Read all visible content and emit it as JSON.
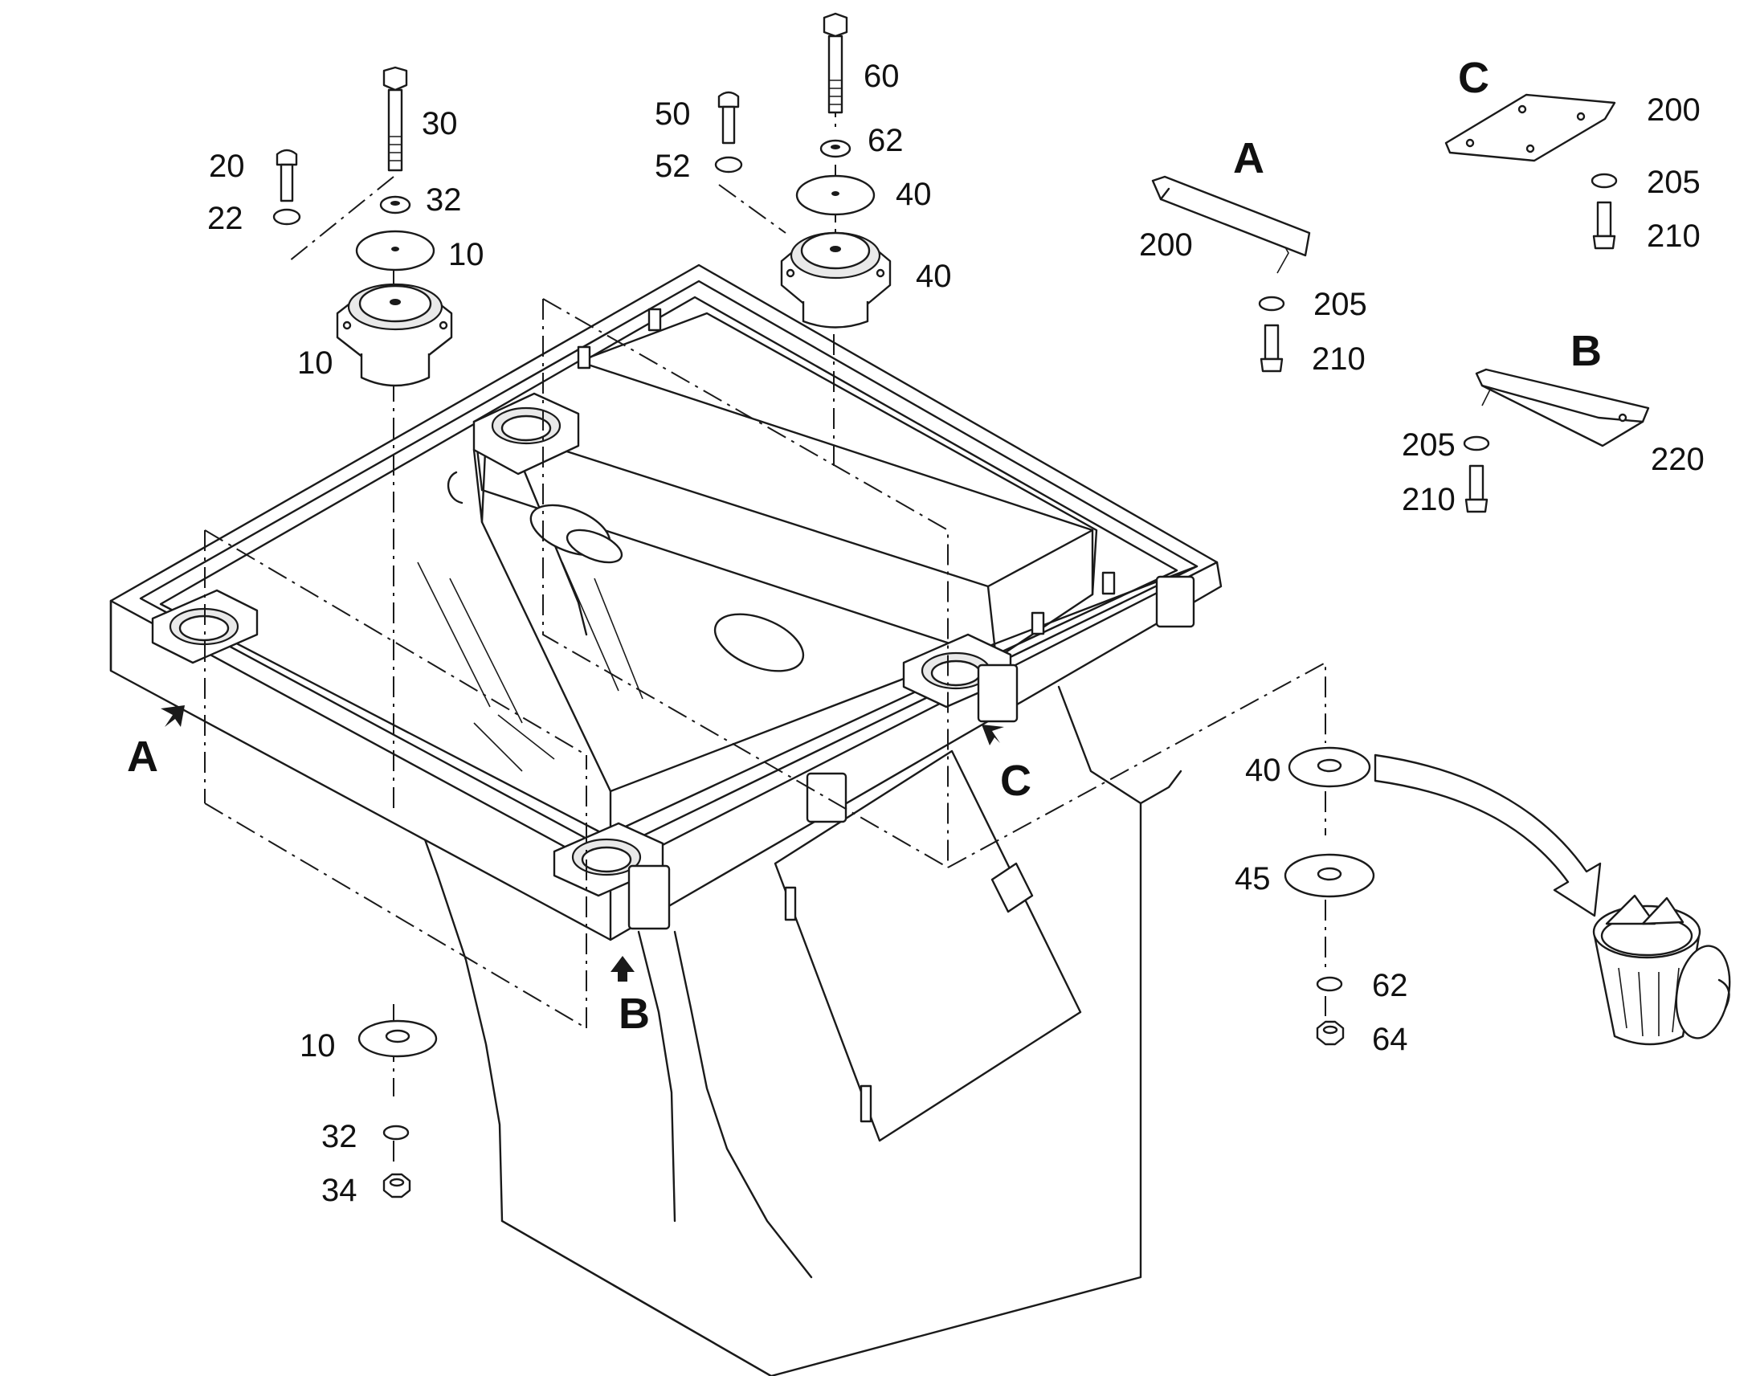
{
  "callouts": {
    "c20": "20",
    "c22": "22",
    "c30": "30",
    "c32_top": "32",
    "c10_top": "10",
    "c10_mount": "10",
    "c50": "50",
    "c52": "52",
    "c60": "60",
    "c62_top": "62",
    "c40_top": "40",
    "c40_mount": "40",
    "c10_bottom": "10",
    "c32_bottom": "32",
    "c34": "34",
    "c40_right": "40",
    "c45": "45",
    "c62_right": "62",
    "c64": "64",
    "c200_a": "200",
    "c205_a": "205",
    "c210_a": "210",
    "c200_c": "200",
    "c205_c": "205",
    "c210_c": "210",
    "c220_b": "220",
    "c205_b": "205",
    "c210_b": "210"
  },
  "views": {
    "a_detail": "A",
    "b_detail": "B",
    "c_detail": "C",
    "a_arrow": "A",
    "b_arrow": "B",
    "c_arrow": "C"
  },
  "icons": {
    "bin": "trash-bin-icon",
    "arrow": "curved-arrow-icon"
  }
}
